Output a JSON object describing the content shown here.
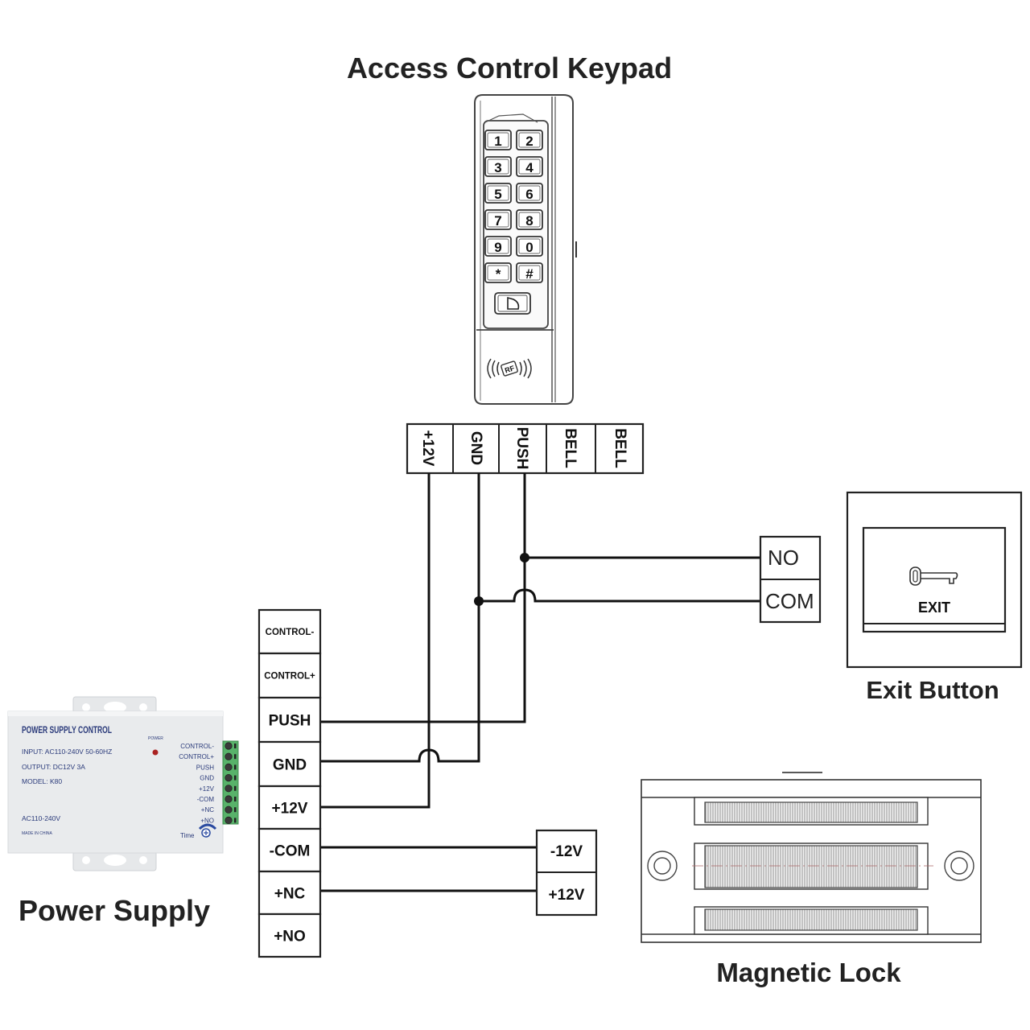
{
  "titles": {
    "keypad": "Access Control Keypad",
    "power_supply": "Power Supply",
    "exit_button": "Exit Button",
    "magnetic_lock": "Magnetic Lock"
  },
  "keypad": {
    "keys": [
      "1",
      "2",
      "3",
      "4",
      "5",
      "6",
      "7",
      "8",
      "9",
      "0",
      "*",
      "#"
    ],
    "rf_label": "RF",
    "terminals": [
      "+12V",
      "GND",
      "PUSH",
      "BELL",
      "BELL"
    ]
  },
  "exit_button": {
    "face_label": "EXIT",
    "terminals": [
      "NO",
      "COM"
    ]
  },
  "power_supply_terminals": [
    "CONTROL-",
    "CONTROL+",
    "PUSH",
    "GND",
    "+12V",
    "-COM",
    "+NC",
    "+NO"
  ],
  "lock_terminals": [
    "-12V",
    "+12V"
  ],
  "power_supply_unit": {
    "brand_label": "POWER SUPPLY CONTROL",
    "input": "INPUT: AC110-240V 50-60HZ",
    "output": "OUTPUT: DC12V 3A",
    "model": "MODEL: K80",
    "ac_label": "AC110-240V",
    "made_in": "MADE IN CHINA",
    "power_led_label": "POWER",
    "time_label": "Time",
    "side_terminals": [
      "CONTROL-",
      "CONTROL+",
      "PUSH",
      "GND",
      "+12V",
      "-COM",
      "+NC",
      "+NO"
    ]
  },
  "connections": [
    {
      "from": "Keypad +12V",
      "to": "Power Supply +12V"
    },
    {
      "from": "Keypad GND",
      "to": "Power Supply GND"
    },
    {
      "from": "Keypad GND",
      "to": "Exit Button COM"
    },
    {
      "from": "Keypad PUSH",
      "to": "Power Supply PUSH"
    },
    {
      "from": "Keypad PUSH",
      "to": "Exit Button NO"
    },
    {
      "from": "Power Supply -COM",
      "to": "Magnetic Lock -12V"
    },
    {
      "from": "Power Supply +NC",
      "to": "Magnetic Lock +12V"
    }
  ]
}
